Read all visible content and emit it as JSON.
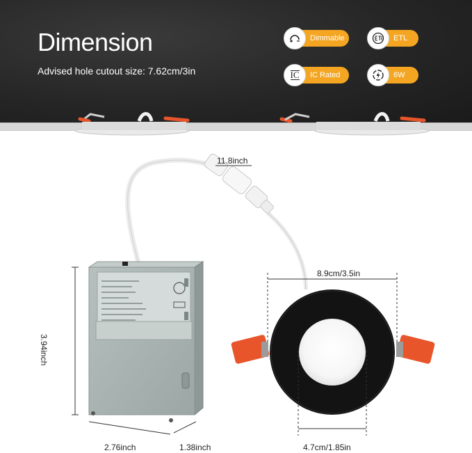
{
  "header": {
    "title": "Dimension",
    "subtitle": "Advised hole cutout size: 7.62cm/3in"
  },
  "badges": [
    {
      "label": "Dimmable",
      "icon": "dimmer-icon"
    },
    {
      "label": "ETL",
      "icon": "etl-logo-icon"
    },
    {
      "label": "IC Rated",
      "icon": "ic-rated-icon"
    },
    {
      "label": "6W",
      "icon": "power-icon"
    }
  ],
  "badge_icon_text": {
    "ic": "IC"
  },
  "dimensions": {
    "cable_length": "11.8inch",
    "light_diameter": "8.9cm/3.5in",
    "light_center": "4.7cm/1.85in",
    "box_height": "3.94inch",
    "box_width": "2.76inch",
    "box_depth": "1.38inch"
  },
  "colors": {
    "badge": "#f4a623",
    "clip": "#e8552b",
    "trim": "#111111",
    "box": "#a9b4b2"
  }
}
